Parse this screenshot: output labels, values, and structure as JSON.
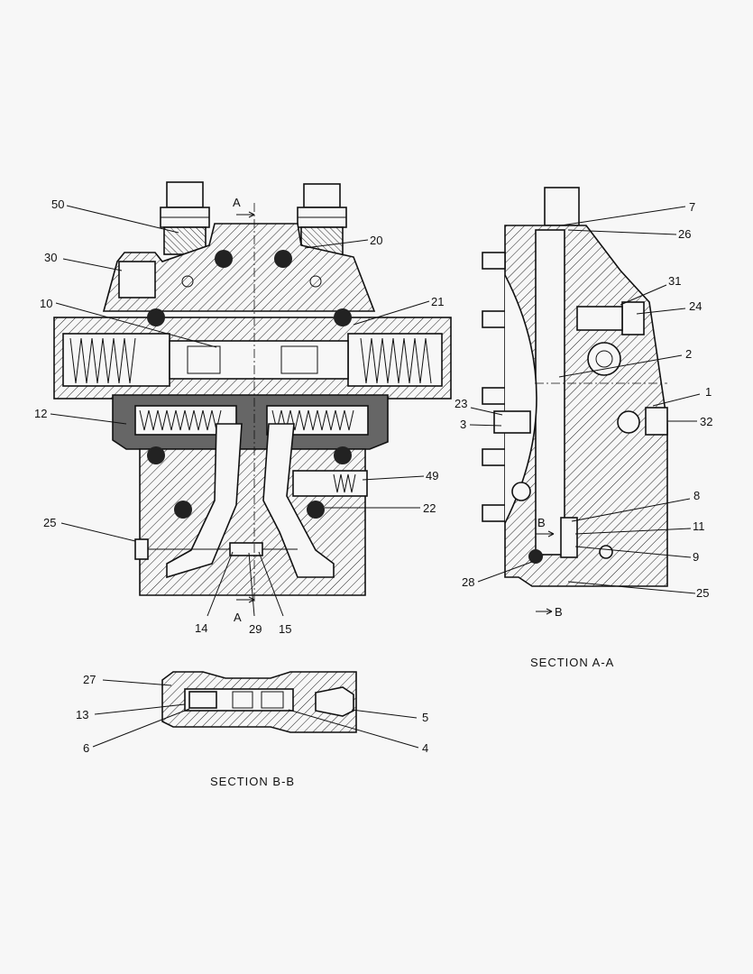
{
  "colors": {
    "ink": "#111111",
    "paper": "#f7f7f7",
    "hatch": "#222222"
  },
  "section_marks": {
    "a_top": "A",
    "a_bottom": "A",
    "b_top": "B",
    "b_bottom": "B"
  },
  "titles": {
    "section_aa": "SECTION  A-A",
    "section_bb": "SECTION  B-B"
  },
  "callouts": {
    "main": [
      "50",
      "30",
      "20",
      "10",
      "21",
      "12",
      "49",
      "25",
      "22",
      "14",
      "29",
      "15"
    ],
    "section_aa": [
      "7",
      "26",
      "31",
      "24",
      "2",
      "1",
      "23",
      "3",
      "32",
      "8",
      "11",
      "9",
      "28",
      "25"
    ],
    "section_bb": [
      "27",
      "13",
      "6",
      "5",
      "4"
    ]
  }
}
